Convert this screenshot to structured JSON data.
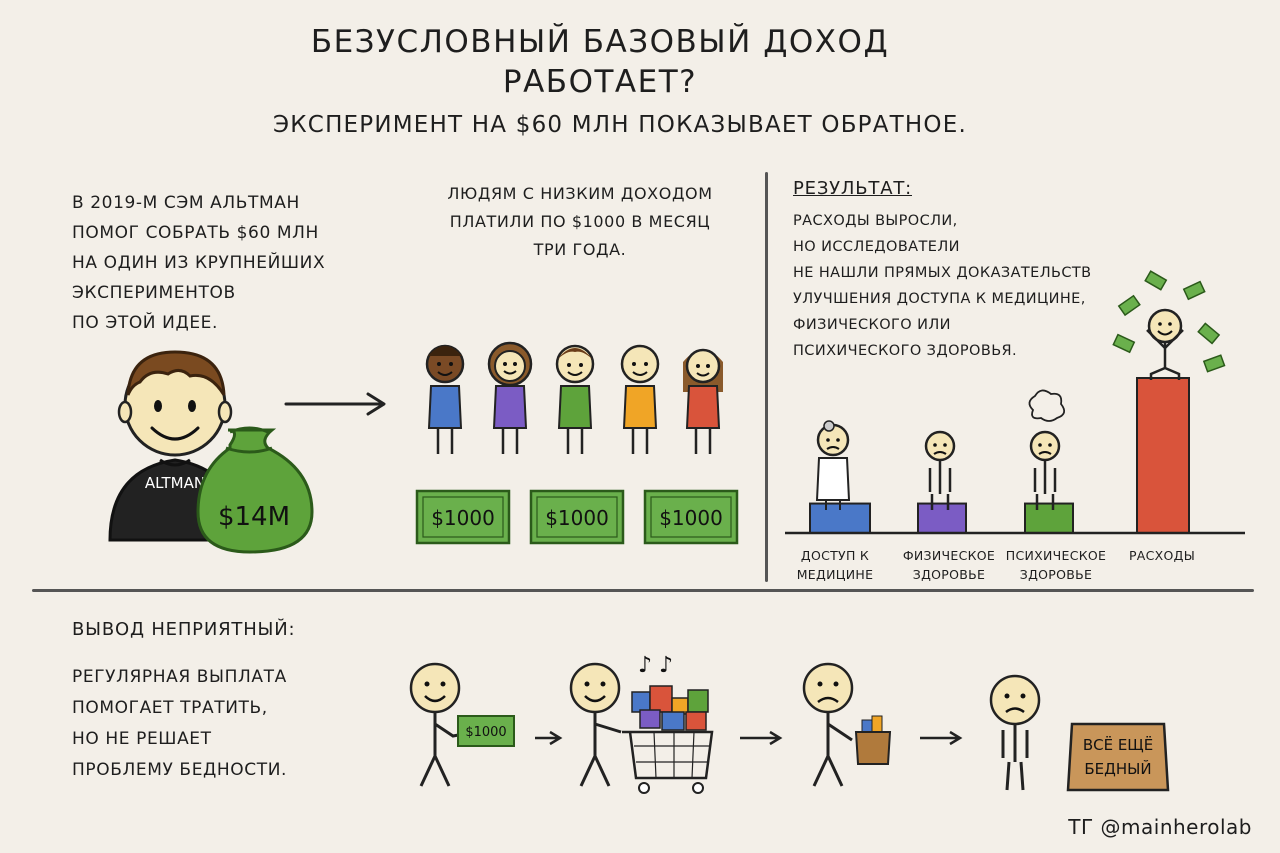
{
  "header": {
    "title_line1": "БЕЗУСЛОВНЫЙ БАЗОВЫЙ ДОХОД",
    "title_line2": "РАБОТАЕТ?",
    "subtitle": "ЭКСПЕРИМЕНТ НА $60 МЛН ПОКАЗЫВАЕТ ОБРАТНОЕ."
  },
  "intro": {
    "lines": [
      "В 2019-М СЭМ АЛЬТМАН",
      "ПОМОГ СОБРАТЬ $60 МЛН",
      "НА ОДИН ИЗ КРУПНЕЙШИХ",
      "ЭКСПЕРИМЕНТОВ",
      "ПО ЭТОЙ ИДЕЕ."
    ],
    "shirt_text": "ALTMAN",
    "bag_text": "$14M"
  },
  "payments": {
    "lines": [
      "ЛЮДЯМ С НИЗКИМ ДОХОДОМ",
      "ПЛАТИЛИ ПО $1000 В МЕСЯЦ",
      "ТРИ ГОДА."
    ],
    "bills": [
      "$1000",
      "$1000",
      "$1000"
    ]
  },
  "result": {
    "heading": "РЕЗУЛЬТАТ:",
    "lines": [
      "РАСХОДЫ ВЫРОСЛИ,",
      "НО ИССЛЕДОВАТЕЛИ",
      "НЕ НАШЛИ ПРЯМЫХ ДОКАЗАТЕЛЬСТВ",
      "УЛУЧШЕНИЯ ДОСТУПА К МЕДИЦИНЕ,",
      "ФИЗИЧЕСКОГО ИЛИ",
      "ПСИХИЧЕСКОГО ЗДОРОВЬЯ."
    ],
    "bars": [
      {
        "label_lines": [
          "ДОСТУП К",
          "МЕДИЦИНЕ"
        ],
        "level": 0.19,
        "color": "#4a78c8"
      },
      {
        "label_lines": [
          "ФИЗИЧЕСКОЕ",
          "ЗДОРОВЬЕ"
        ],
        "level": 0.19,
        "color": "#7b5cc4"
      },
      {
        "label_lines": [
          "ПСИХИЧЕСКОЕ",
          "ЗДОРОВЬЕ"
        ],
        "level": 0.19,
        "color": "#5ea33b"
      },
      {
        "label_lines": [
          "РАСХОДЫ"
        ],
        "level": 1.0,
        "color": "#d9543b"
      }
    ]
  },
  "conclusion": {
    "heading": "ВЫВОД НЕПРИЯТНЫЙ:",
    "lines": [
      "РЕГУЛЯРНАЯ ВЫПЛАТА",
      "ПОМОГАЕТ ТРАТИТЬ,",
      "НО НЕ РЕШАЕТ",
      "ПРОБЛЕМУ БЕДНОСТИ."
    ],
    "bill_text": "$1000",
    "sign_lines": [
      "ВСЁ ЕЩЁ",
      "БЕДНЫЙ"
    ]
  },
  "footer": {
    "credit": "ТГ @mainherolab"
  },
  "colors": {
    "money_green": "#5ea33b",
    "bill_green": "#6ab04c",
    "red": "#d9543b",
    "blue": "#4a78c8",
    "purple": "#7b5cc4",
    "orange": "#f0a526",
    "skin": "#f5e6b8",
    "sign_brown": "#c9965a"
  }
}
